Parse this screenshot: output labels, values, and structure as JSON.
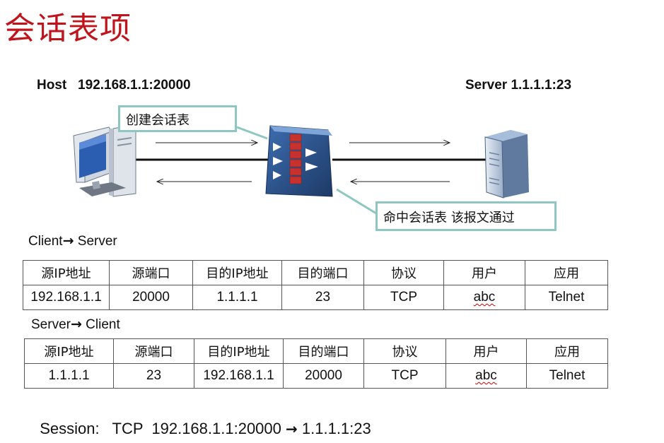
{
  "title": "会话表项",
  "host_label": "Host   192.168.1.1:20000",
  "server_label": "Server 1.1.1.1:23",
  "callout_create": "创建会话表",
  "callout_hit": "命中会话表 该报文通过",
  "client_to_server": {
    "from": "Client",
    "arrow": "→",
    "to": " Server"
  },
  "server_to_client": {
    "from": "Server",
    "arrow": "→",
    "to": " Client"
  },
  "headers": [
    "源IP地址",
    "源端口",
    "目的IP地址",
    "目的端口",
    "协议",
    "用户",
    "应用"
  ],
  "table1_row": [
    "192.168.1.1",
    "20000",
    "1.1.1.1",
    "23",
    "TCP",
    "abc",
    "Telnet"
  ],
  "table2_row": [
    "1.1.1.1",
    "23",
    "192.168.1.1",
    "20000",
    "TCP",
    "abc",
    "Telnet"
  ],
  "summary": {
    "prefix": "Session:   TCP  192.168.1.1:20000 ",
    "arrow": "→",
    "suffix": " 1.1.1.1:23"
  },
  "colors": {
    "title": "#c0141c",
    "callout_border": "#8ec6c2",
    "firewall": "#2a4f86"
  },
  "icons": [
    "desktop-computer-icon",
    "firewall-icon",
    "server-tower-icon"
  ]
}
